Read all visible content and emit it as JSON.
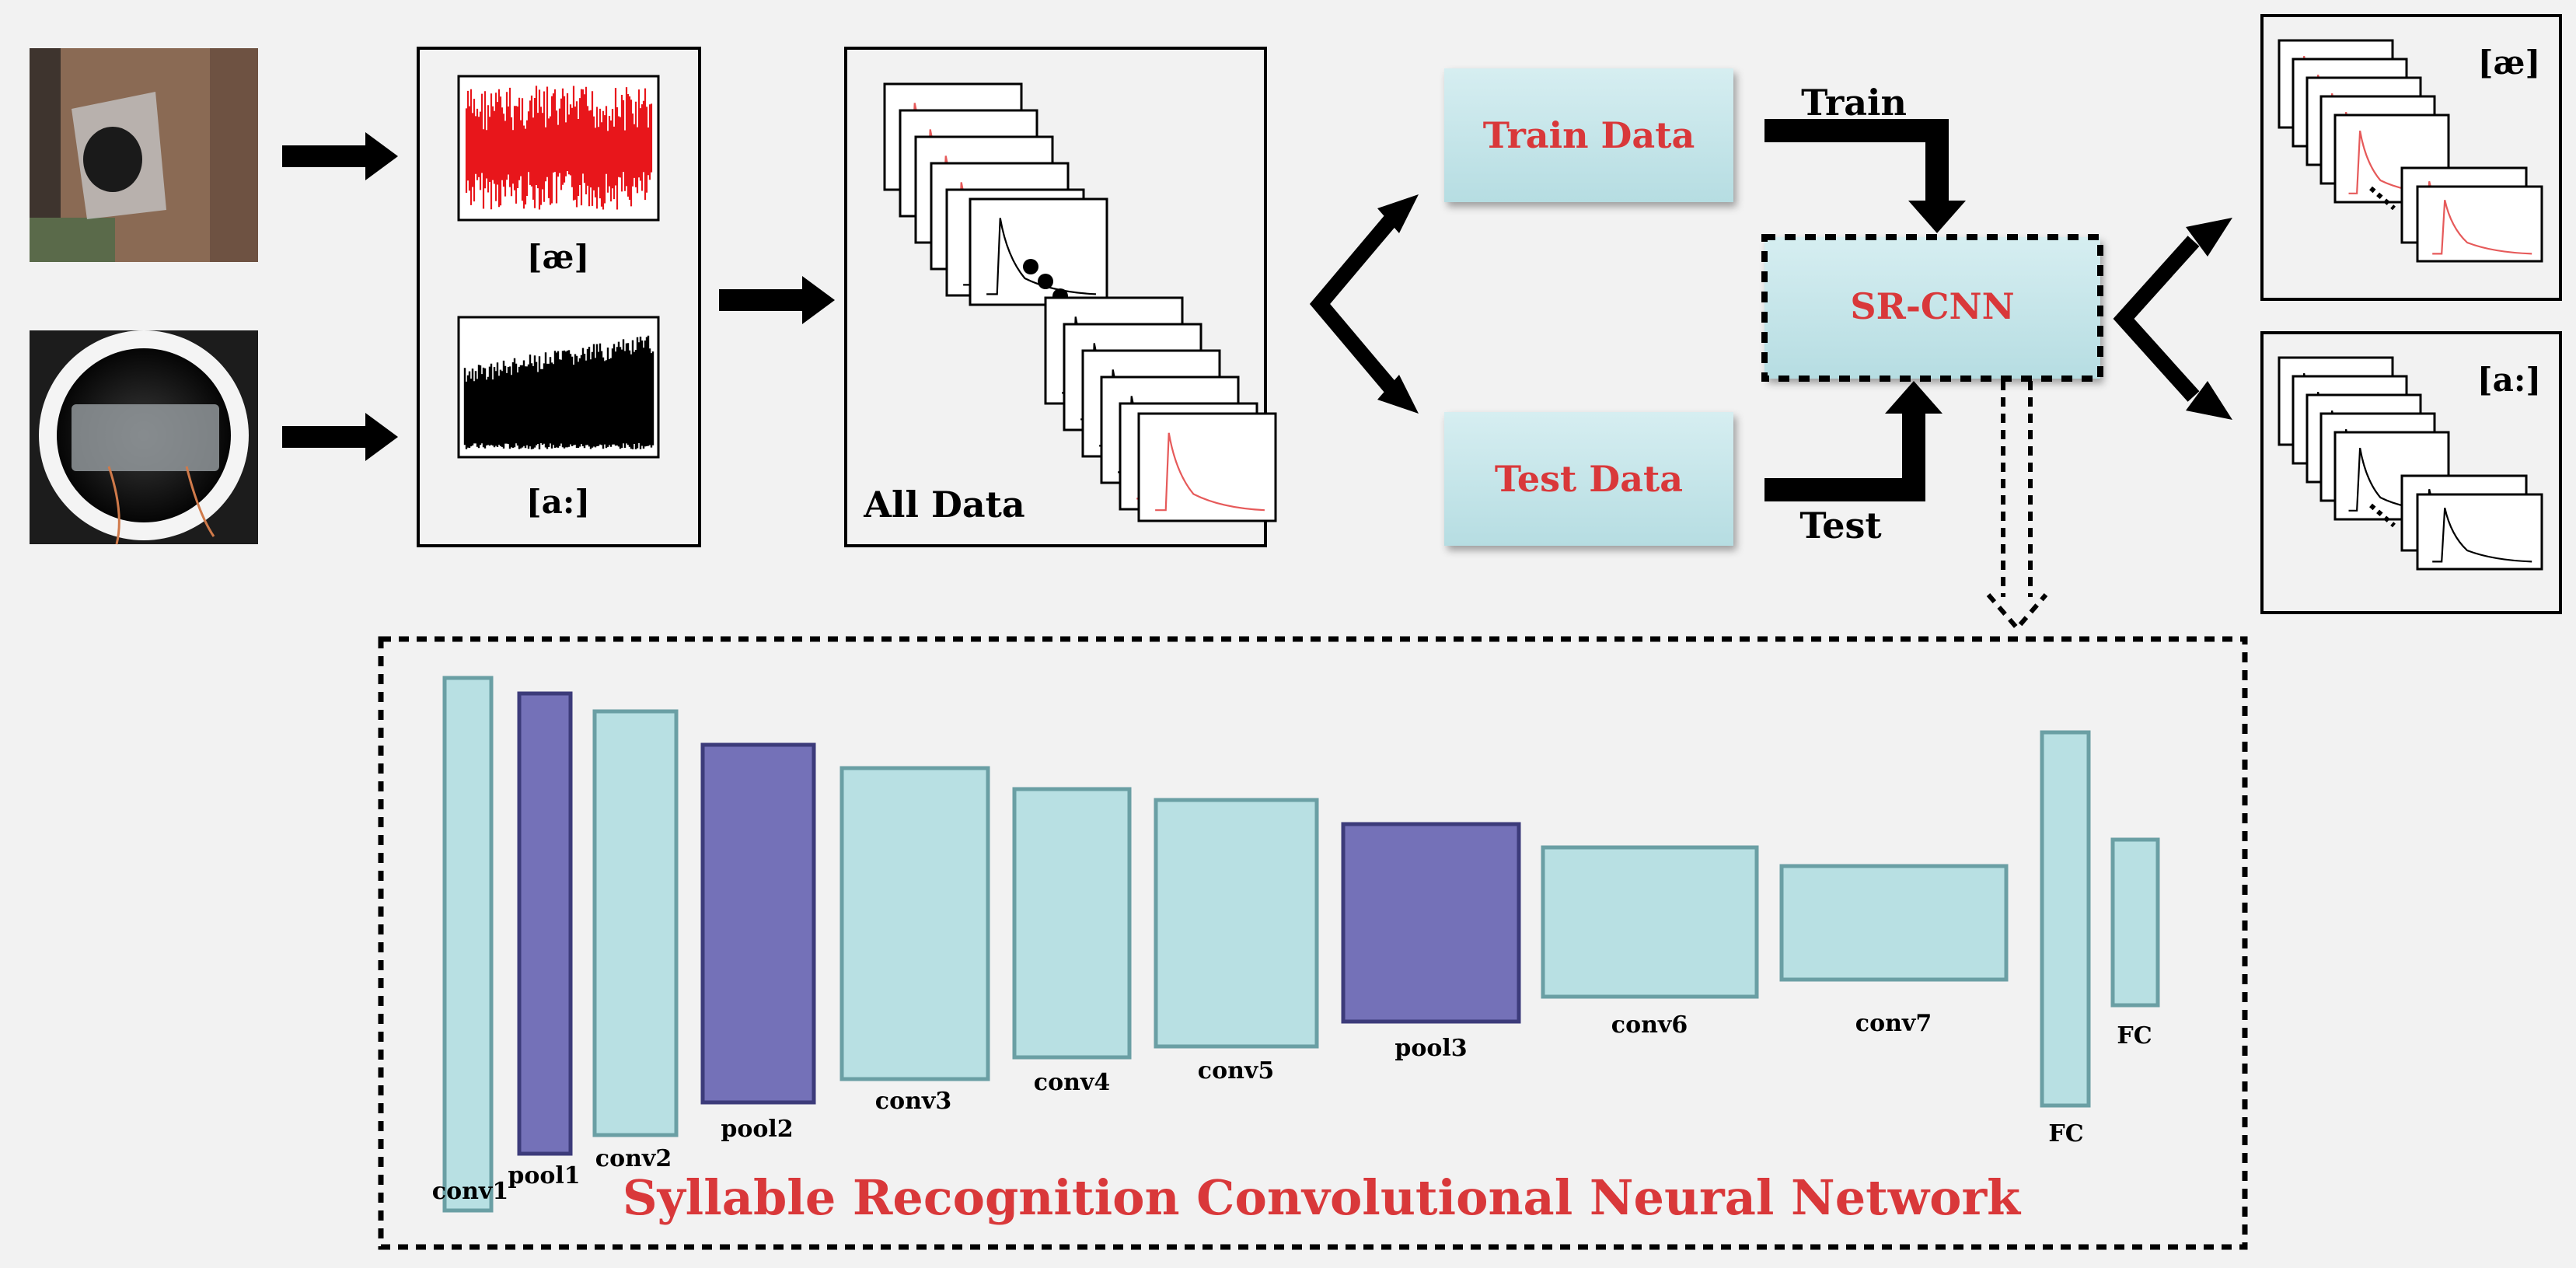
{
  "labels": {
    "ae": "[æ]",
    "a_long": "[a:]",
    "all_data": "All Data",
    "train_data": "Train Data",
    "test_data": "Test Data",
    "train": "Train",
    "test": "Test",
    "srcnn": "SR-CNN",
    "out_ae": "[æ]",
    "out_a_long": "[a:]"
  },
  "network": {
    "title": "Syllable Recognition Convolutional Neural  Network",
    "layers": [
      {
        "name": "conv1",
        "kind": "conv"
      },
      {
        "name": "pool1",
        "kind": "pool"
      },
      {
        "name": "conv2",
        "kind": "conv"
      },
      {
        "name": "pool2",
        "kind": "pool"
      },
      {
        "name": "conv3",
        "kind": "conv"
      },
      {
        "name": "conv4",
        "kind": "conv"
      },
      {
        "name": "conv5",
        "kind": "conv"
      },
      {
        "name": "pool3",
        "kind": "pool"
      },
      {
        "name": "conv6",
        "kind": "conv"
      },
      {
        "name": "conv7",
        "kind": "conv"
      },
      {
        "name": "FC",
        "kind": "conv"
      },
      {
        "name": "FC",
        "kind": "conv"
      }
    ]
  },
  "colors": {
    "red_text": "#d9383a",
    "conv_fill": "#b8e0e3",
    "pool_fill": "#7471b8",
    "data_box_fill": "#c4e5ea",
    "signal_red": "#e8161b",
    "background": "#f2f2f2"
  }
}
